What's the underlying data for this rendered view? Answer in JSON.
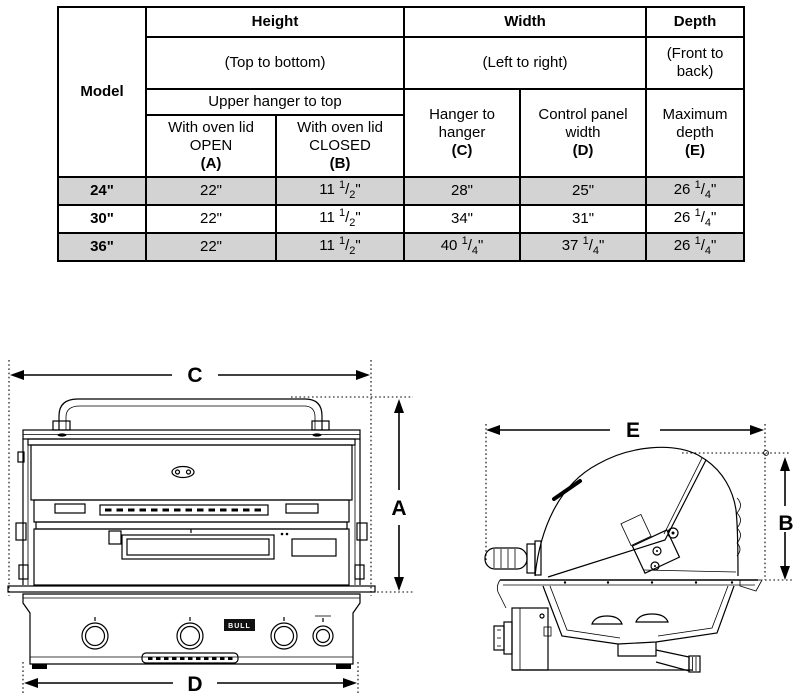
{
  "table": {
    "model_header": "Model",
    "groups": {
      "height": {
        "label": "Height",
        "sub": "(Top to bottom)"
      },
      "width": {
        "label": "Width",
        "sub": "(Left to right)"
      },
      "depth": {
        "label": "Depth",
        "sub": "(Front to back)"
      }
    },
    "upper_hanger_label": "Upper hanger to top",
    "columns": {
      "a": {
        "line1": "With oven lid",
        "line2": "OPEN",
        "key": "(A)"
      },
      "b": {
        "line1": "With oven lid",
        "line2": "CLOSED",
        "key": "(B)"
      },
      "c": {
        "line1": "Hanger to",
        "line2": "hanger",
        "key": "(C)"
      },
      "d": {
        "line1": "Control panel",
        "line2": "width",
        "key": "(D)"
      },
      "e": {
        "line1": "Maximum",
        "line2": "depth",
        "key": "(E)"
      }
    },
    "rows": [
      {
        "model": "24\"",
        "a": "22\"",
        "b": "11 1/2\"",
        "c": "28\"",
        "d": "25\"",
        "e": "26 1/4\""
      },
      {
        "model": "30\"",
        "a": "22\"",
        "b": "11 1/2\"",
        "c": "34\"",
        "d": "31\"",
        "e": "26 1/4\""
      },
      {
        "model": "36\"",
        "a": "22\"",
        "b": "11 1/2\"",
        "c": "40 1/4\"",
        "d": "37 1/4\"",
        "e": "26 1/4\""
      }
    ]
  },
  "diagrams": {
    "front_view": {
      "dim_top": "C",
      "dim_height": "A",
      "dim_bottom": "D",
      "badge_text": "BULL"
    },
    "side_view": {
      "dim_top": "E",
      "dim_height": "B"
    }
  },
  "colors": {
    "shaded_row": "#d3d3d3",
    "line": "#000000"
  }
}
